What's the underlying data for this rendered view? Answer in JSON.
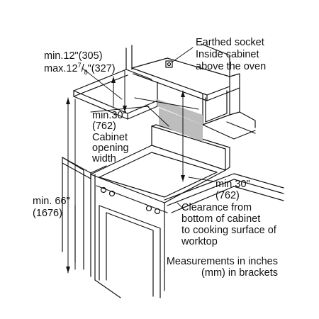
{
  "labels": {
    "upper_depth_min": "min.12\"(305)",
    "upper_depth_max_a": "max.12",
    "upper_depth_max_num": "7",
    "upper_depth_max_den": "8",
    "upper_depth_max_b": "\"(327)",
    "socket_1": "Earthed socket",
    "socket_2": "Inside cabinet",
    "socket_3": "above the oven",
    "width_1": "min.30\"",
    "width_2": "(762)",
    "width_3": "Cabinet",
    "width_4": "opening",
    "width_5": "width",
    "clearance_val_1": "min.30\"",
    "clearance_val_2": "(762)",
    "clearance_1": "Clearance from",
    "clearance_2": "bottom of cabinet",
    "clearance_3": "to cooking surface of",
    "clearance_4": "worktop",
    "height_1": "min. 66\"",
    "height_2": "(1676)",
    "note_1": "Measurements in inches",
    "note_2": "(mm) in brackets"
  },
  "colors": {
    "line": "#111111",
    "shade": "#bdbdbd",
    "paper": "#ffffff"
  }
}
